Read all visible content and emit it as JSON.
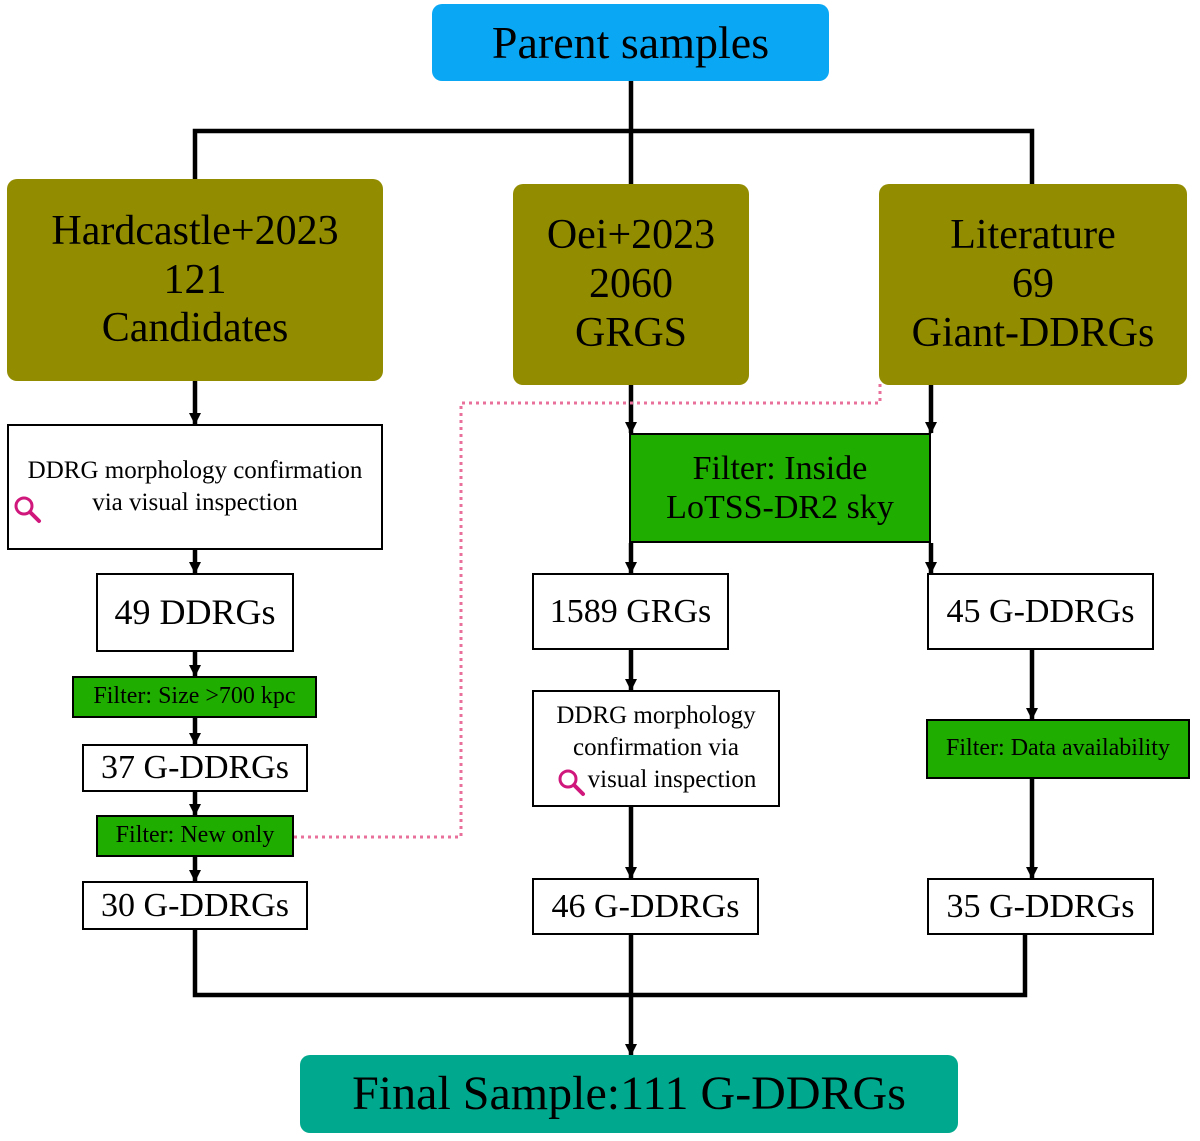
{
  "colors": {
    "parent_box": "#0aa8f4",
    "source_box": "#928c00",
    "filter_box": "#1fad00",
    "final_box": "#00a98d",
    "dotted_link": "#e8709a",
    "magnifier": "#d0187c"
  },
  "parent": {
    "label": "Parent samples"
  },
  "sources": {
    "hardcastle": {
      "name": "Hardcastle+2023",
      "count": "121",
      "kind": "Candidates"
    },
    "oei": {
      "name": "Oei+2023",
      "count": "2060",
      "kind": "GRGS"
    },
    "literature": {
      "name": "Literature",
      "count": "69",
      "kind": "Giant-DDRGs"
    }
  },
  "left": {
    "inspect_line1": "DDRG morphology confirmation",
    "inspect_line2": "via visual inspection",
    "inspect_icon": "magnifier-icon",
    "ddrgs": "49 DDRGs",
    "filter_size": "Filter: Size >700 kpc",
    "gddrgs_37": "37 G-DDRGs",
    "filter_new": "Filter: New only",
    "gddrgs_30": "30 G-DDRGs"
  },
  "lotss": {
    "line1": "Filter: Inside",
    "line2": "LoTSS-DR2 sky"
  },
  "middle": {
    "grgs": "1589 GRGs",
    "inspect_line1": "DDRG morphology",
    "inspect_line2": "confirmation via",
    "inspect_line3": "visual inspection",
    "inspect_icon": "magnifier-icon",
    "gddrgs_46": "46 G-DDRGs"
  },
  "right": {
    "gddrgs_45": "45 G-DDRGs",
    "filter_data": "Filter: Data availability",
    "gddrgs_35": "35 G-DDRGs"
  },
  "final": {
    "label": "Final Sample:111 G-DDRGs"
  }
}
